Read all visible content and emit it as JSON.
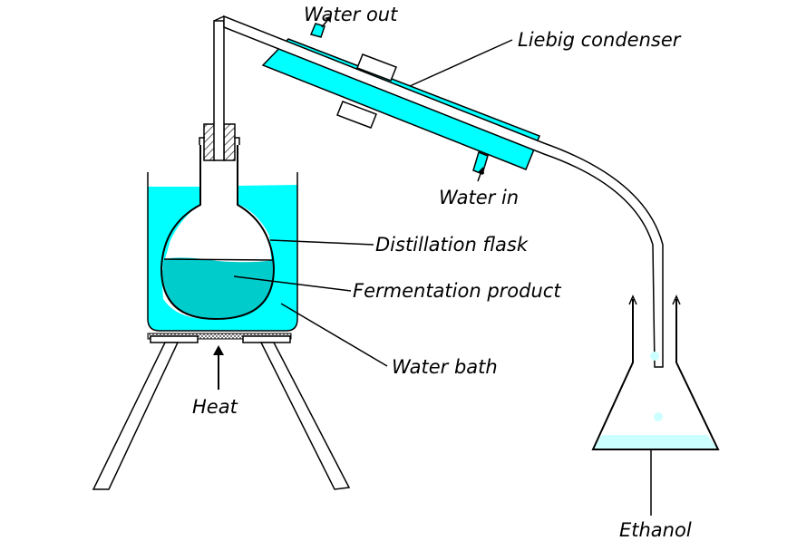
{
  "labels": {
    "water_out": "Water out",
    "liebig_condenser": "Liebig condenser",
    "water_in": "Water in",
    "distillation_flask": "Distillation flask",
    "fermentation_product": "Fermentation product",
    "water_bath": "Water bath",
    "heat": "Heat",
    "ethanol": "Ethanol"
  },
  "colors": {
    "water": "#00ffff",
    "fermentation_liquid": "#00cccc",
    "ethanol": "#ccffff",
    "outline": "#000000",
    "background": "#ffffff",
    "clamp_hatch": "#888888"
  }
}
